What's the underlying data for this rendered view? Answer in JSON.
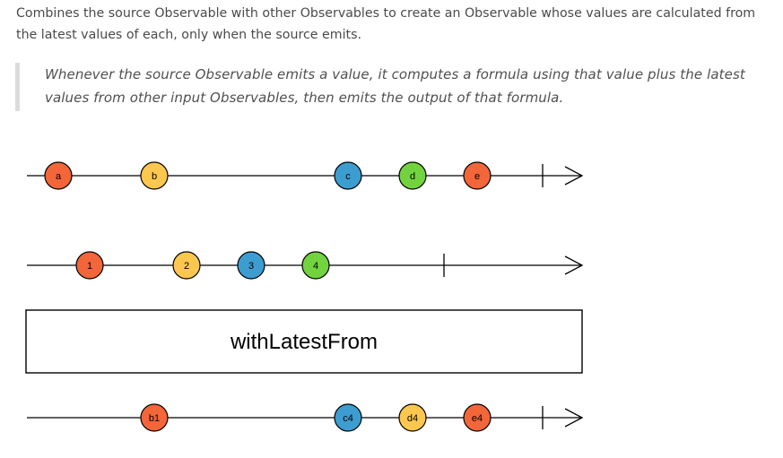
{
  "description": "Combines the source Observable with other Observables to create an Observable whose values are calculated from the latest values of each, only when the source emits.",
  "callout": "Whenever the source Observable emits a value, it computes a formula using that value plus the latest values from other input Observables, then emits the output of that formula.",
  "diagram": {
    "operator_label": "withLatestFrom",
    "colors": {
      "red": "#f2663a",
      "orange": "#fcc74e",
      "blue": "#3d9dd1",
      "green": "#72d33f",
      "line": "#000000"
    },
    "source": [
      {
        "label": "a",
        "color": "red"
      },
      {
        "label": "b",
        "color": "orange"
      },
      {
        "label": "c",
        "color": "blue"
      },
      {
        "label": "d",
        "color": "green"
      },
      {
        "label": "e",
        "color": "red"
      }
    ],
    "other": [
      {
        "label": "1",
        "color": "red"
      },
      {
        "label": "2",
        "color": "orange"
      },
      {
        "label": "3",
        "color": "blue"
      },
      {
        "label": "4",
        "color": "green"
      }
    ],
    "output": [
      {
        "label": "b1",
        "color": "red"
      },
      {
        "label": "c4",
        "color": "blue"
      },
      {
        "label": "d4",
        "color": "orange"
      },
      {
        "label": "e4",
        "color": "red"
      }
    ]
  }
}
